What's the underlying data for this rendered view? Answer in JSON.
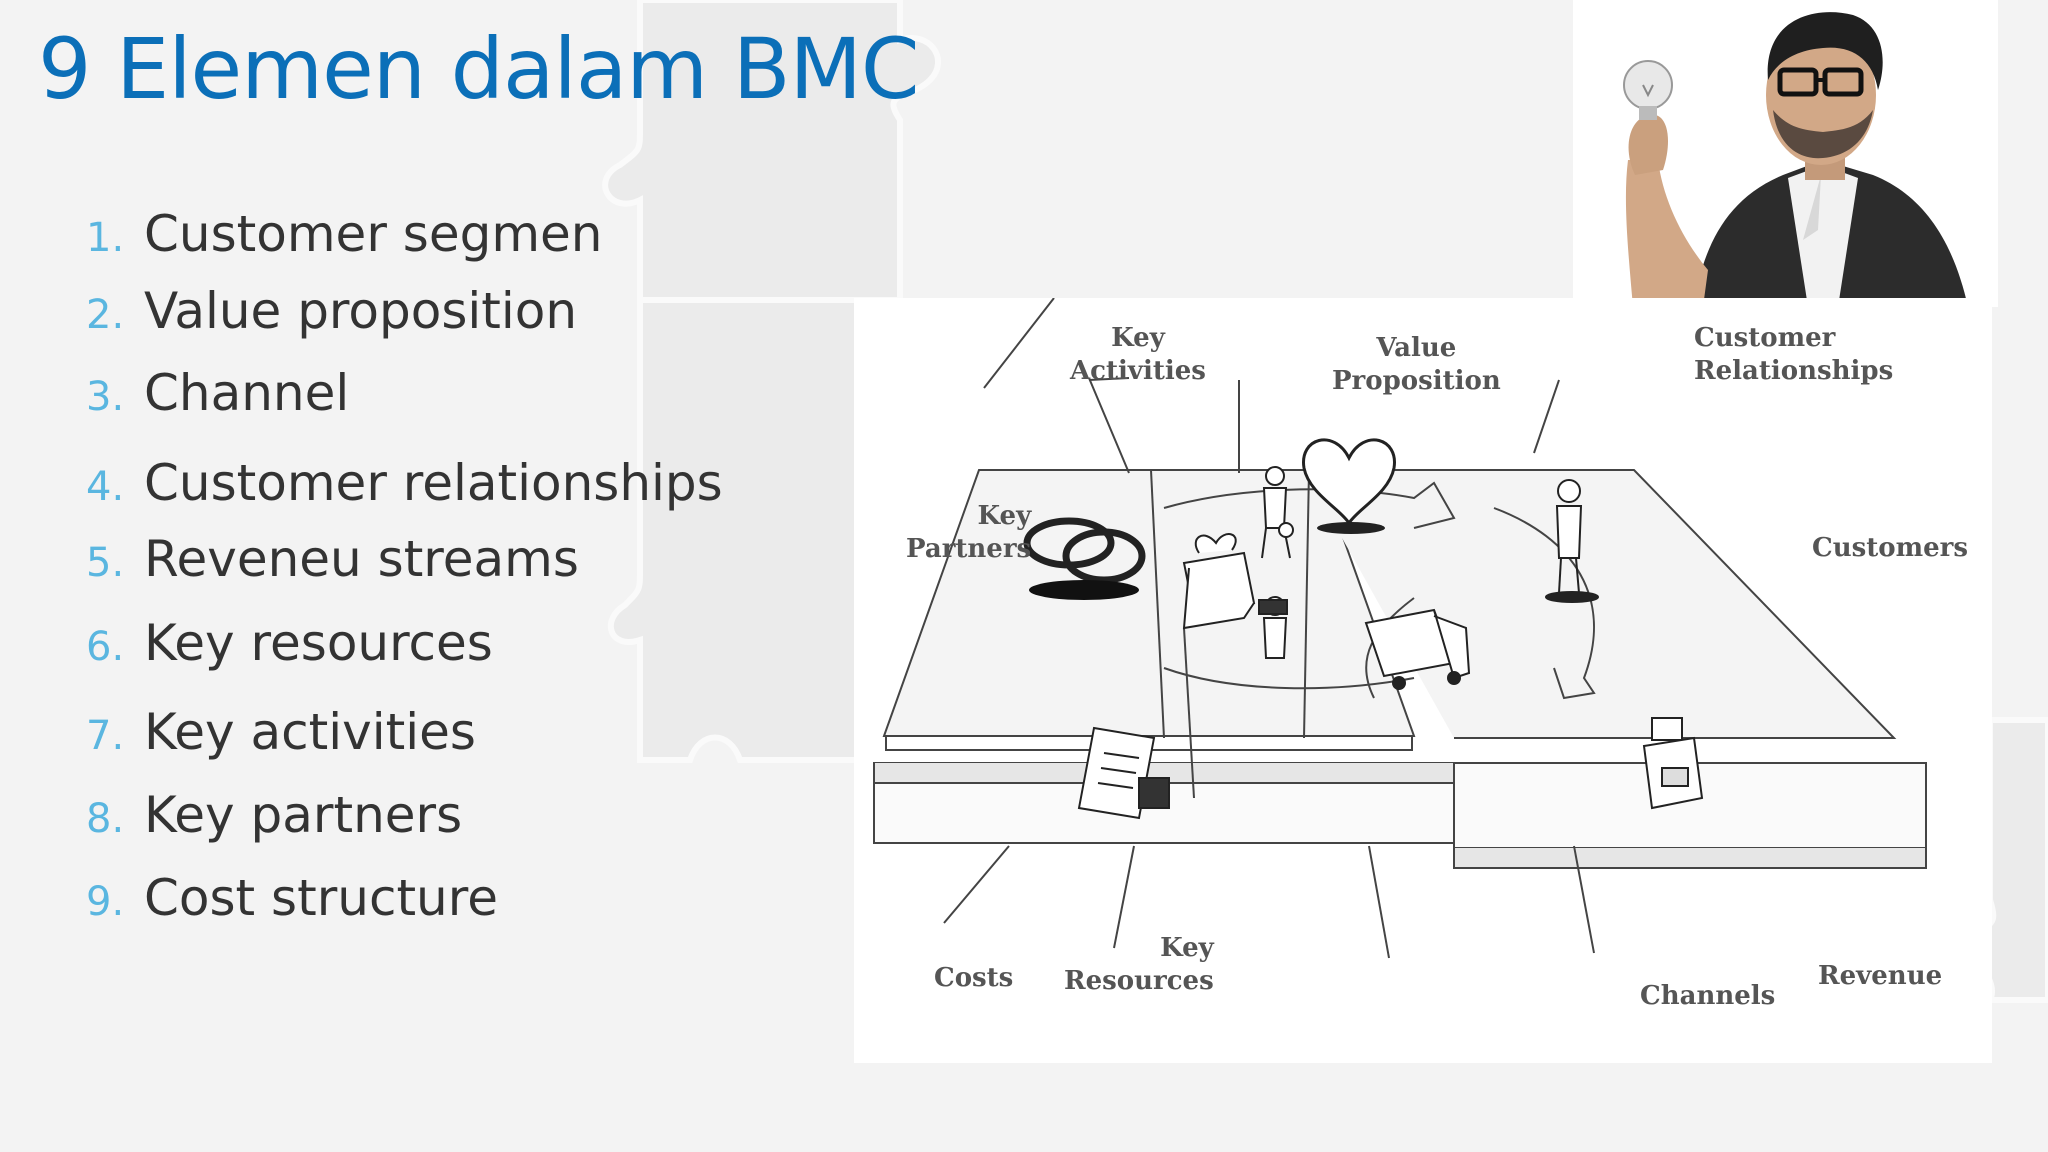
{
  "slide": {
    "title": "9 Elemen dalam BMC",
    "items": [
      {
        "number": "1.",
        "text": "Customer segmen"
      },
      {
        "number": "2.",
        "text": "Value proposition"
      },
      {
        "number": "3.",
        "text": "Channel"
      },
      {
        "number": "4.",
        "text": "Customer relationships"
      },
      {
        "number": "5.",
        "text": "Reveneu streams"
      },
      {
        "number": "6.",
        "text": "Key resources"
      },
      {
        "number": "7.",
        "text": "Key activities"
      },
      {
        "number": "8.",
        "text": "Key partners"
      },
      {
        "number": "9.",
        "text": "Cost structure"
      }
    ]
  },
  "diagram": {
    "labels": {
      "key_activities_1": "Key",
      "key_activities_2": "Activities",
      "value_proposition_1": "Value",
      "value_proposition_2": "Proposition",
      "customer_relationships_1": "Customer",
      "customer_relationships_2": "Relationships",
      "key_partners_1": "Key",
      "key_partners_2": "Partners",
      "customers": "Customers",
      "costs": "Costs",
      "key_resources_1": "Key",
      "key_resources_2": "Resources",
      "channels": "Channels",
      "revenue": "Revenue"
    }
  },
  "colors": {
    "title": "#0b6fb8",
    "number": "#5ab6e0",
    "text": "#333333",
    "background": "#f3f3f3"
  },
  "icons": [
    "light-bulb-icon",
    "rings-icon",
    "worker-icon",
    "gift-box-icon",
    "heart-icon",
    "person-icon",
    "truck-icon",
    "cash-register-icon",
    "invoice-icon"
  ]
}
